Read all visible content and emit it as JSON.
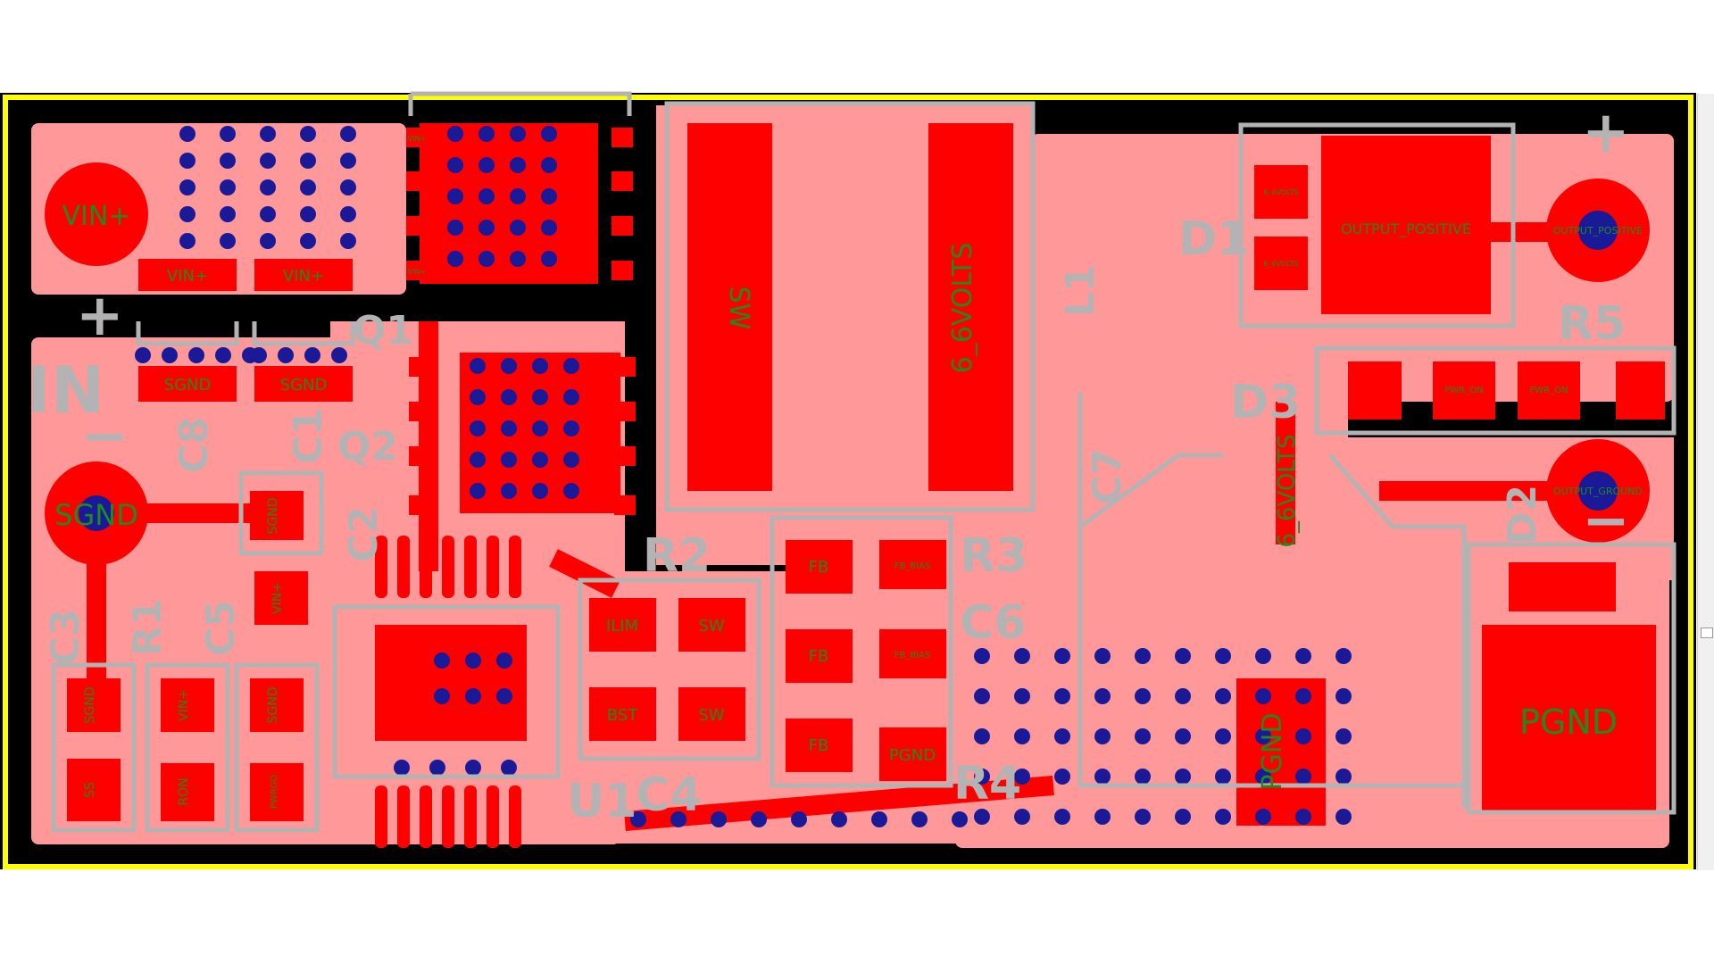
{
  "colors": {
    "copper_pour": "#ff9999",
    "pad": "#ff0000",
    "via": "#1a1a99",
    "silkscreen": "#b3b3b3",
    "net_label": "#1f8a1f",
    "board_outline": "#ffff00",
    "background": "#000000"
  },
  "designators": {
    "q1": "Q1",
    "q2": "Q2",
    "l1": "L1",
    "d1": "D1",
    "d2": "D2",
    "d3": "D3",
    "r1": "R1",
    "r2": "R2",
    "r3": "R3",
    "r4": "R4",
    "r5": "R5",
    "c1": "C1",
    "c2": "C2",
    "c3": "C3",
    "c4": "C4",
    "c5": "C5",
    "c6": "C6",
    "c7": "C7",
    "c8": "C8",
    "u1": "U1",
    "in": "IN",
    "plus_in": "+",
    "minus_in": "−",
    "plus_out": "+",
    "minus_out": "−"
  },
  "nets": {
    "vin_terminal": "VIN+",
    "sgnd_terminal": "SGND",
    "vin_pad_a": "VIN+",
    "vin_pad_b": "VIN+",
    "sgnd_pad_a": "SGND",
    "sgnd_pad_b": "SGND",
    "sw_inductor": "SW",
    "out_inductor": "6_6VOLTS",
    "out_trace": "6_6VOLTS",
    "output_positive_pad": "OUTPUT_POSITIVE",
    "output_positive_terminal": "OUTPUT_POSITIVE",
    "output_ground_terminal": "OUTPUT_GROUND",
    "pgnd_main": "PGND",
    "pgnd_right": "PGND",
    "pgnd_small": "PGND",
    "ilim": "ILIM",
    "sw_r2": "SW",
    "bst": "BST",
    "sw_c4": "SW",
    "fb_a": "FB",
    "fb_b": "FB",
    "fb_c": "FB",
    "sgnd_c2": "SGND",
    "vin_c5": "VIN+",
    "sgnd_c3": "SGND",
    "ss": "SS",
    "vin_r1": "VIN+",
    "ron": "RON",
    "sgnd_r1": "SGND",
    "pwr_gnd": "PWRGD",
    "pwr_on_a": "PWR_ON",
    "pwr_on_b": "PWR_ON",
    "q_hi_a": "VIN+",
    "q_hi_b": "VIN+",
    "fb_small_a": "FB_BIAS",
    "fb_small_b": "FB_BIAS",
    "d1_pad_a": "6_6VOLTS",
    "d1_pad_b": "6_6VOLTS"
  }
}
